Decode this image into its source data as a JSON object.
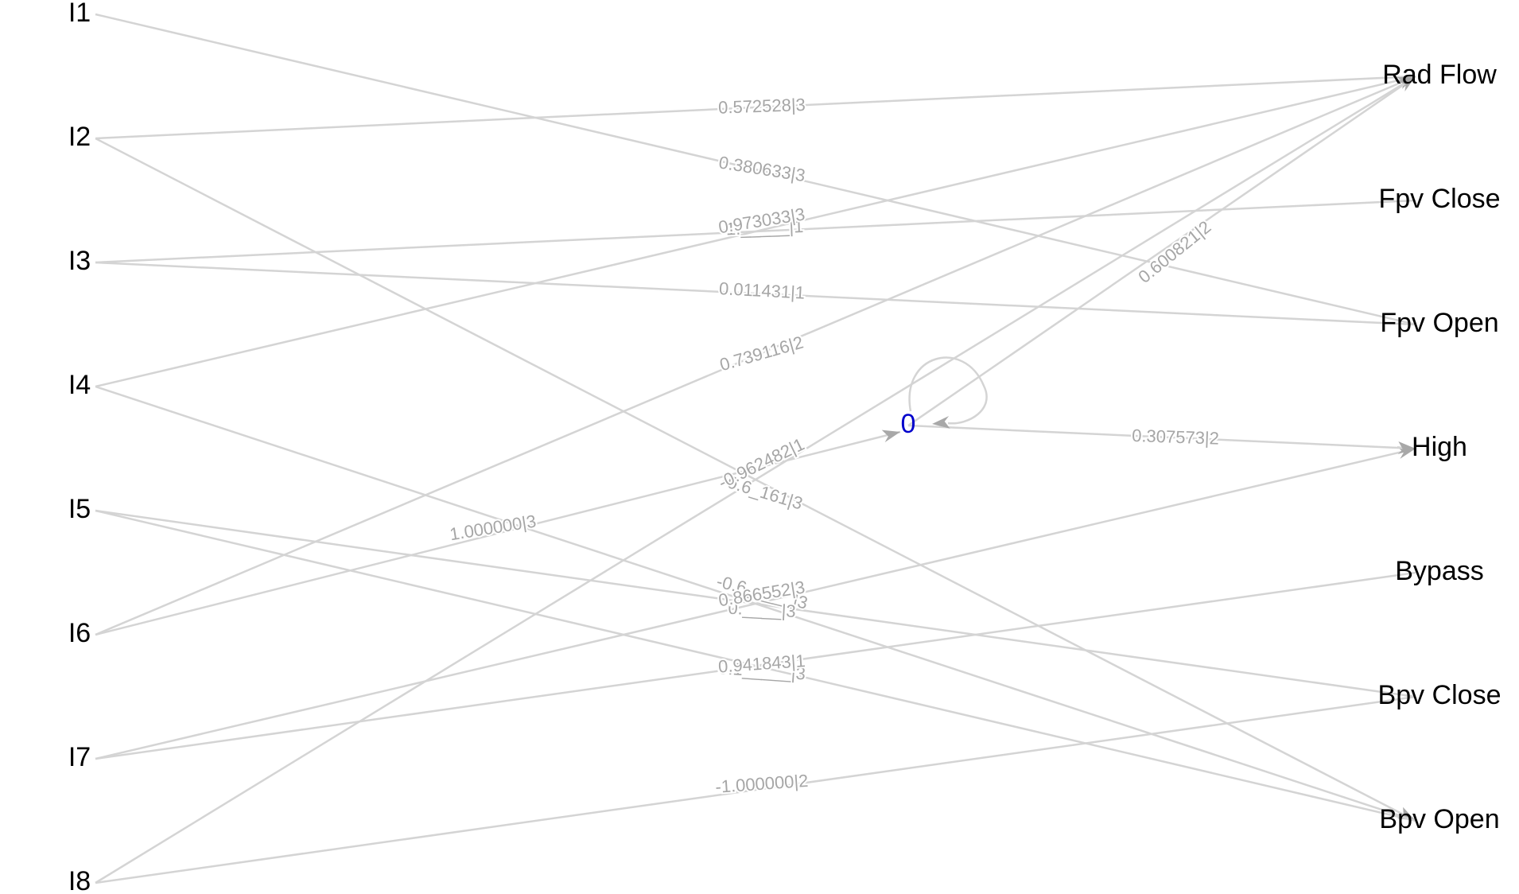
{
  "inputs": [
    "I1",
    "I2",
    "I3",
    "I4",
    "I5",
    "I6",
    "I7",
    "I8"
  ],
  "outputs": [
    "Rad Flow",
    "Fpv Close",
    "Fpv Open",
    "High",
    "Bypass",
    "Bpv Close",
    "Bpv Open"
  ],
  "hidden": {
    "label": "0",
    "color": "#0000cc"
  },
  "edges": [
    {
      "from": "I1",
      "to": "Fpv Open",
      "label": "0.380633|3"
    },
    {
      "from": "I2",
      "to": "Rad Flow",
      "label": "0.572528|3"
    },
    {
      "from": "I2",
      "to": "Bpv Open",
      "label": "-0.6_161|3"
    },
    {
      "from": "I3",
      "to": "Fpv Close",
      "label": "-1._____|1"
    },
    {
      "from": "I3",
      "to": "Fpv Open",
      "label": "0.011431|1"
    },
    {
      "from": "I4",
      "to": "Rad Flow",
      "label": "0.973033|3"
    },
    {
      "from": "I4",
      "to": "Bpv Open",
      "label": "-0.6_____|3"
    },
    {
      "from": "I5",
      "to": "Bpv Close",
      "label": "0.____|3"
    },
    {
      "from": "I5",
      "to": "Bpv Open",
      "label": "0.1_____|3"
    },
    {
      "from": "I6",
      "to": "Rad Flow",
      "label": "0.739116|2"
    },
    {
      "from": "I6",
      "to": "0",
      "label": "1.000000|3"
    },
    {
      "from": "I7",
      "to": "High",
      "label": "0.866552|3"
    },
    {
      "from": "I7",
      "to": "Bypass",
      "label": "0.941843|1"
    },
    {
      "from": "I8",
      "to": "Rad Flow",
      "label": "-0.962482|1"
    },
    {
      "from": "I8",
      "to": "Bpv Close",
      "label": "-1.000000|2"
    },
    {
      "from": "0",
      "to": "Rad Flow",
      "label": "0.600821|2"
    },
    {
      "from": "0",
      "to": "High",
      "label": "0.307573|2"
    },
    {
      "from": "0",
      "to": "0",
      "label": ""
    }
  ]
}
